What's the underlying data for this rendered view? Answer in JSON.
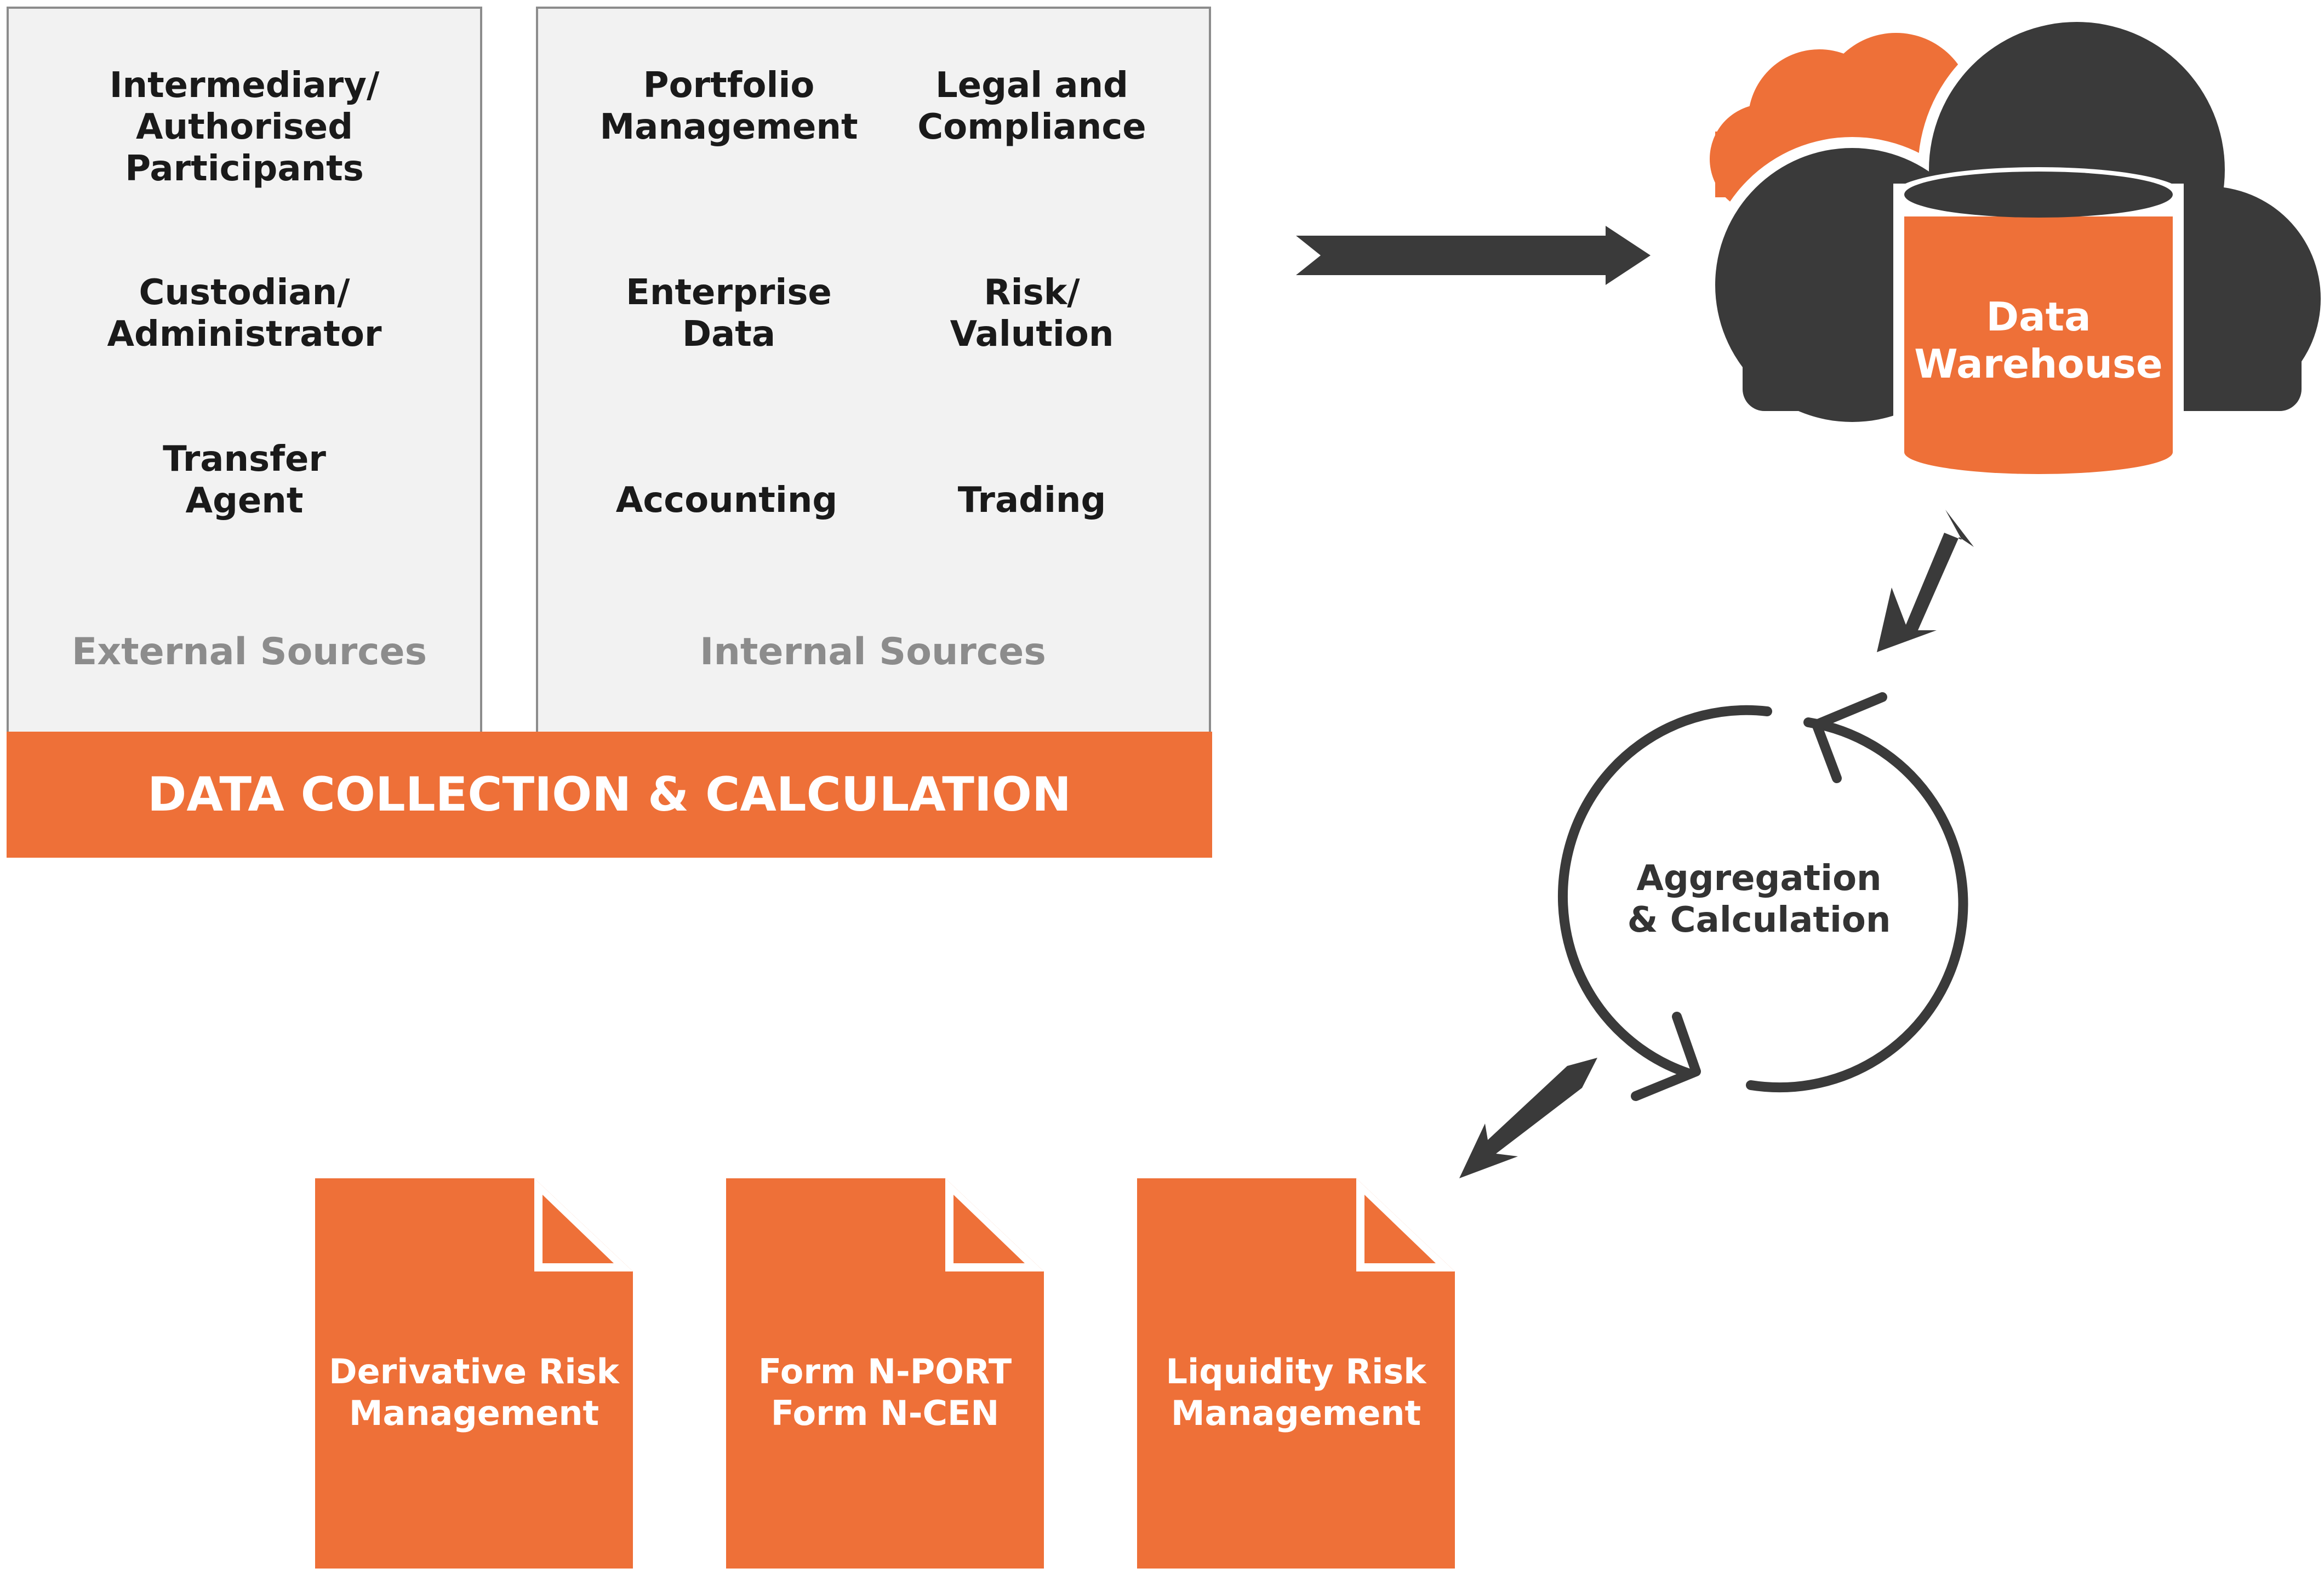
{
  "theme": {
    "accent": "#ee7038",
    "dark": "#3a3a3a",
    "panel_bg": "#f2f2f2",
    "panel_border": "#8c8c8c",
    "caption_gray": "#8c8c8c"
  },
  "external": {
    "items": [
      "Intermediary/\nAuthorised\nParticipants",
      "Custodian/\nAdministrator",
      "Transfer\nAgent"
    ],
    "caption": "External Sources"
  },
  "internal": {
    "items": [
      "Portfolio\nManagement",
      "Legal and\nCompliance",
      "Enterprise\nData",
      "Risk/\nValution",
      "Accounting",
      "Trading"
    ],
    "caption": "Internal Sources"
  },
  "banner": {
    "title": "DATA COLLECTION & CALCULATION"
  },
  "warehouse": {
    "label": "Data\nWarehouse"
  },
  "cycle": {
    "label": "Aggregation\n& Calculation"
  },
  "documents": [
    {
      "label": "Derivative Risk\nManagement"
    },
    {
      "label": "Form N-PORT\nForm N-CEN"
    },
    {
      "label": "Liquidity Risk\nManagement"
    }
  ],
  "icons": [
    "cloud-icon",
    "database-icon",
    "cycle-arrows-icon",
    "document-icon",
    "arrow-icon"
  ]
}
